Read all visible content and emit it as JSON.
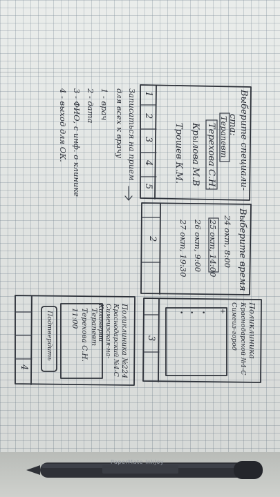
{
  "screen1": {
    "title_lines": [
      "Выберите специали-",
      "ста:"
    ],
    "field_therapist": "Терапевт",
    "field_doctor": "Терехова С.Н.",
    "doctors": [
      "Крылова М.В",
      "Трошев К.М."
    ],
    "tabs": [
      "1",
      "2",
      "3",
      "4",
      "5"
    ]
  },
  "screen2": {
    "title_lines": [
      "Выберите время"
    ],
    "times": [
      "24 окт, 8:00",
      "25 окт, 14:00",
      "26 окт, 9:00",
      "27 окт, 19:30"
    ],
    "tab_number": "2"
  },
  "screen3": {
    "title_lines": [
      "Поликлиника",
      "Краснодарской №4-С",
      "Симеиз-город"
    ],
    "tab_number": "3"
  },
  "screen4": {
    "title_lines": [
      "Поликлиника №224",
      "Краснодарский №4-С",
      "Симеизская-на-",
      "Колонерии"
    ],
    "doctor_lines": [
      "Терапевт",
      "Терехова С.Н.",
      "11:00"
    ],
    "confirm_button": "Подтвердить",
    "tab_number": "4"
  },
  "notes": {
    "header_lines": [
      "Записаться на прием",
      "для всех к врачу"
    ],
    "items": [
      "1 - врач",
      "2 - дата",
      "3 - ФИО, с инф. о клинике",
      "4 - выход для ОК."
    ]
  },
  "pen": {
    "brand": "PaperMate InkJoy"
  }
}
